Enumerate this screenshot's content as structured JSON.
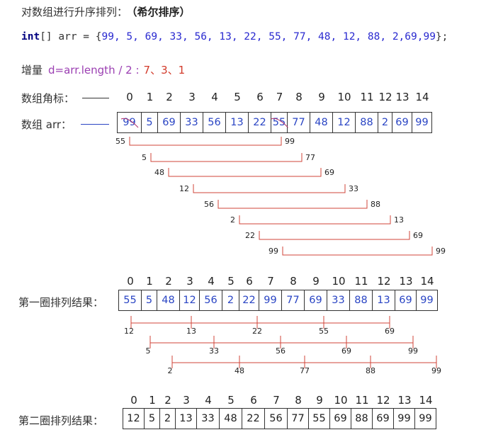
{
  "title": {
    "text": "对数组进行升序排列：",
    "bold": "（希尔排序）"
  },
  "code": {
    "keyword": "int",
    "rest": "[] arr = {",
    "values": "99, 5, 69, 33, 56, 13, 22, 55, 77, 48, 12, 88, 2,69,99",
    "end": "};"
  },
  "increment": {
    "label": "增量",
    "formula": "d=arr.length / 2 :",
    "values": "7、3、1"
  },
  "labels": {
    "index_label": "数组角标：",
    "array_label": "数组 arr：",
    "round1": "第一圈排列结果：",
    "round2": "第二圈排列结果："
  },
  "indices": [
    "0",
    "1",
    "2",
    "3",
    "4",
    "5",
    "6",
    "7",
    "8",
    "9",
    "10",
    "11",
    "12",
    "13",
    "14"
  ],
  "original": [
    "99",
    "5",
    "69",
    "33",
    "56",
    "13",
    "22",
    "55",
    "77",
    "48",
    "12",
    "88",
    "2",
    "69",
    "99"
  ],
  "round1": [
    "55",
    "5",
    "48",
    "12",
    "56",
    "2",
    "22",
    "99",
    "77",
    "69",
    "33",
    "88",
    "13",
    "69",
    "99"
  ],
  "round2": [
    "12",
    "5",
    "2",
    "13",
    "33",
    "48",
    "22",
    "56",
    "77",
    "55",
    "69",
    "88",
    "69",
    "99",
    "99"
  ],
  "pairs": [
    [
      "55",
      "99"
    ],
    [
      "5",
      "77"
    ],
    [
      "48",
      "69"
    ],
    [
      "12",
      "33"
    ],
    [
      "56",
      "88"
    ],
    [
      "2",
      "13"
    ],
    [
      "22",
      "69"
    ],
    [
      "99",
      "99"
    ]
  ],
  "groups": [
    [
      "12",
      "13",
      "22",
      "55",
      "69"
    ],
    [
      "5",
      "33",
      "56",
      "69",
      "99"
    ],
    [
      "2",
      "48",
      "77",
      "88",
      "99"
    ]
  ],
  "colors": {
    "bracket": "#d0443a",
    "array_text": "#2a45c4",
    "keyword": "#000080"
  }
}
